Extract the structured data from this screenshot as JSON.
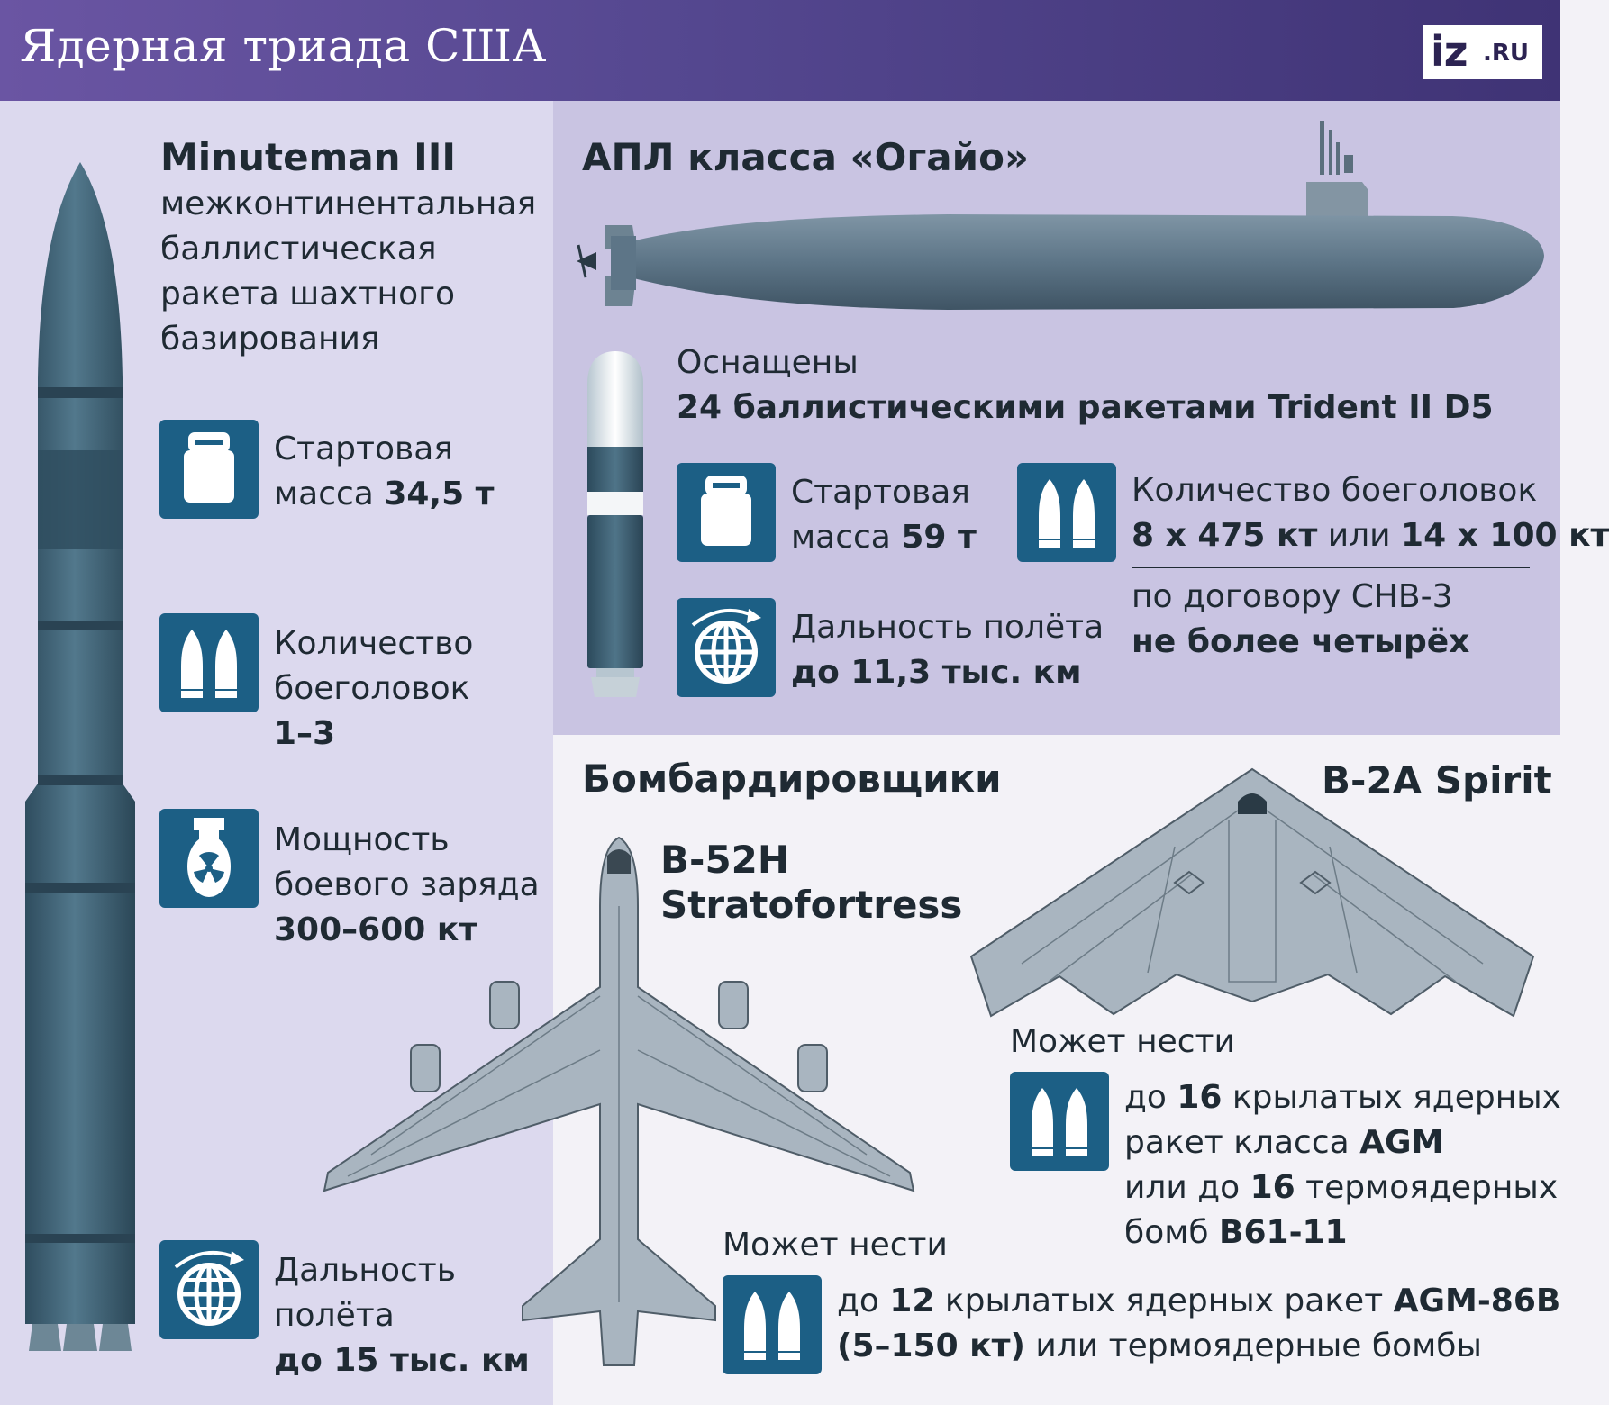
{
  "header": {
    "title": "Ядерная триада США",
    "logo": {
      "main": "iz",
      "suffix": ".RU"
    }
  },
  "minuteman": {
    "name": "Minuteman III",
    "description_lines": [
      "межконтинентальная",
      "баллистическая",
      "ракета шахтного",
      "базирования"
    ],
    "mass": {
      "line1": "Стартовая",
      "line2_prefix": "масса ",
      "value": "34,5 т"
    },
    "warheads": {
      "line1": "Количество",
      "line2": "боеголовок",
      "value": "1–3"
    },
    "yield": {
      "line1": "Мощность",
      "line2": "боевого заряда",
      "value": "300–600 кт"
    },
    "range": {
      "line1": "Дальность",
      "line2": "полёта",
      "value": "до 15 тыс. км"
    }
  },
  "ohio": {
    "name": "АПЛ класса «Огайо»",
    "equipped_line1": "Оснащены",
    "equipped_line2": "24 баллистическими ракетами Trident II D5",
    "mass": {
      "line1": "Стартовая",
      "line2_prefix": "масса ",
      "value": "59 т"
    },
    "range": {
      "line1": "Дальность полёта",
      "value": "до 11,3 тыс. км"
    },
    "warheads": {
      "line1": "Количество боеголовок",
      "value_a": "8 х 475 кт",
      "joiner": " или ",
      "value_b": "14 х 100 кт",
      "treaty_line1": "по договору СНВ-3",
      "treaty_line2": "не более четырёх"
    }
  },
  "bombers": {
    "title": "Бомбардировщики",
    "b52": {
      "name_line1": "B-52H",
      "name_line2": "Stratofortress",
      "carry_title": "Может нести",
      "carry_l1_a": "до ",
      "carry_l1_num": "12",
      "carry_l1_b": " крылатых ядерных ракет ",
      "carry_l1_c": "AGM-86B",
      "carry_l2_a": "(5–150 кт)",
      "carry_l2_b": " или термоядерные бомбы"
    },
    "b2": {
      "name": "B-2A Spirit",
      "carry_title": "Может нести",
      "l1_a": "до ",
      "l1_num": "16",
      "l1_b": " крылатых ядерных",
      "l2_a": "ракет класса ",
      "l2_b": "AGM",
      "l3_a": "или до ",
      "l3_num": "16",
      "l3_b": " термоядерных",
      "l4_a": "бомб ",
      "l4_b": "B61-11"
    }
  },
  "colors": {
    "header": "#5a4a96",
    "panel_left": "#dcd9ee",
    "panel_submarine": "#c9c4e2",
    "panel_bombers": "#f3f2f7",
    "icon_blue": "#1c5f85",
    "missile": "#3f5f72",
    "aircraft": "#a9b5c0"
  },
  "icons": {
    "weight": "weight-icon",
    "warheads": "warheads-icon",
    "bomb": "nuclear-bomb-icon",
    "globe": "globe-icon"
  }
}
